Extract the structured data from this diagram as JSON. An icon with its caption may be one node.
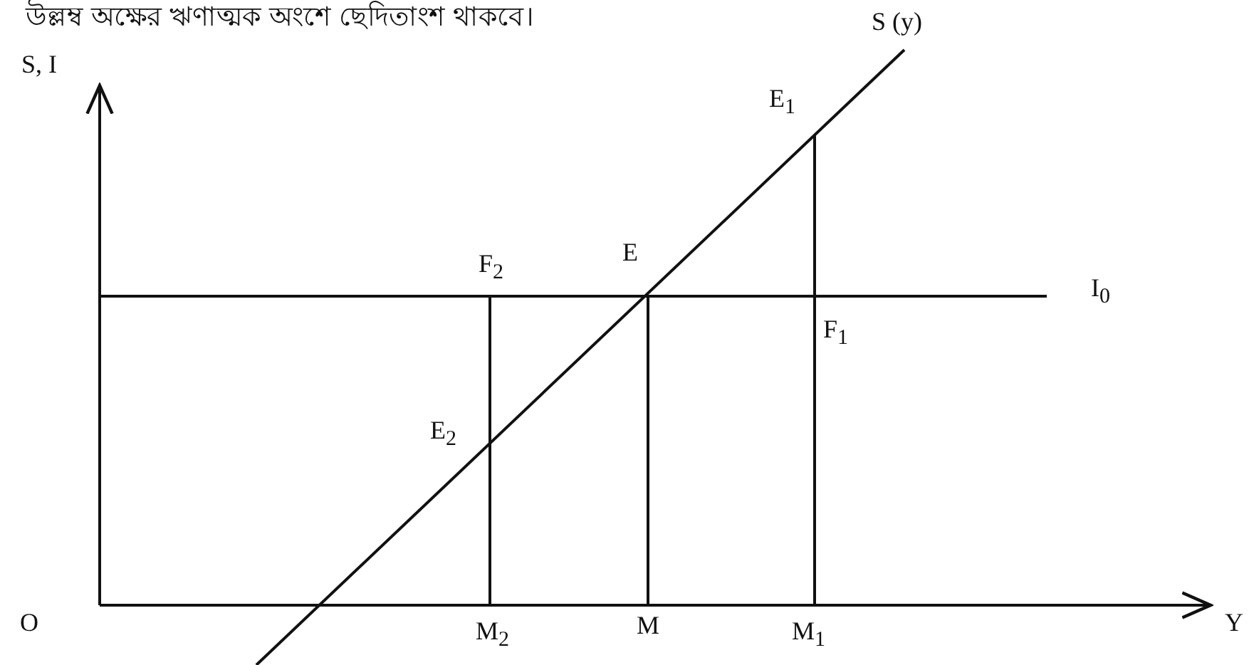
{
  "diagram": {
    "labels": [
      "উল্লম্ব অক্ষের ঋণাত্মক অংশে ছেদিতাংশ থাকবে।",
      "S (y)",
      "S, I",
      "E$_{1}$",
      "F$_{2}$",
      "E",
      "I$_{0}$",
      "F$_{1}$",
      "E$_{2}$",
      "O",
      "M$_{2}$",
      "M",
      "M$_{1}$",
      "Y"
    ]
  }
}
